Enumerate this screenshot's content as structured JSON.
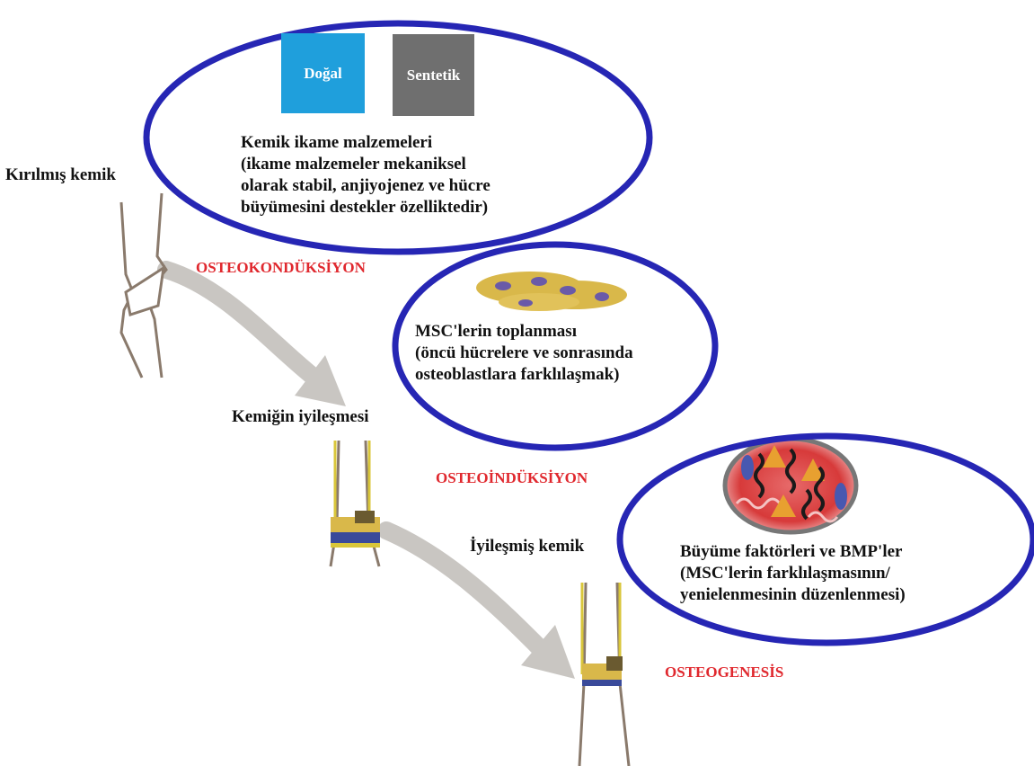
{
  "stages": {
    "broken": "Kırılmış kemik",
    "healing": "Kemiğin iyileşmesi",
    "healed": "İyileşmiş kemik"
  },
  "processes": {
    "osteoconduction": "OSTEOKONDÜKSİYON",
    "osteoinduction": "OSTEOİNDÜKSİYON",
    "osteogenesis": "OSTEOGENESİS"
  },
  "materials": {
    "natural_label": "Doğal",
    "synthetic_label": "Sentetik",
    "description": "Kemik ikame malzemeleri\n(ikame malzemeler mekaniksel\nolarak stabil, anjiyojenez ve hücre\nbüyümesini destekler özelliktedir)"
  },
  "msc": {
    "description": "MSC'lerin toplanması\n(öncü hücrelere ve sonrasında\nosteoblastlara farklılaşmak)"
  },
  "growth": {
    "description": "Büyüme faktörleri ve BMP'ler\n(MSC'lerin farklılaşmasının/\nyenielenmesinin düzenlenmesi)"
  },
  "colors": {
    "ellipse": "#2626b4",
    "process_text": "#e0282e",
    "natural_box": "#1f9fdc",
    "synthetic_box": "#6f6f6f",
    "arrow": "#c9c6c2",
    "cell": "#d9b84a",
    "nucleus": "#6a5aa8"
  }
}
